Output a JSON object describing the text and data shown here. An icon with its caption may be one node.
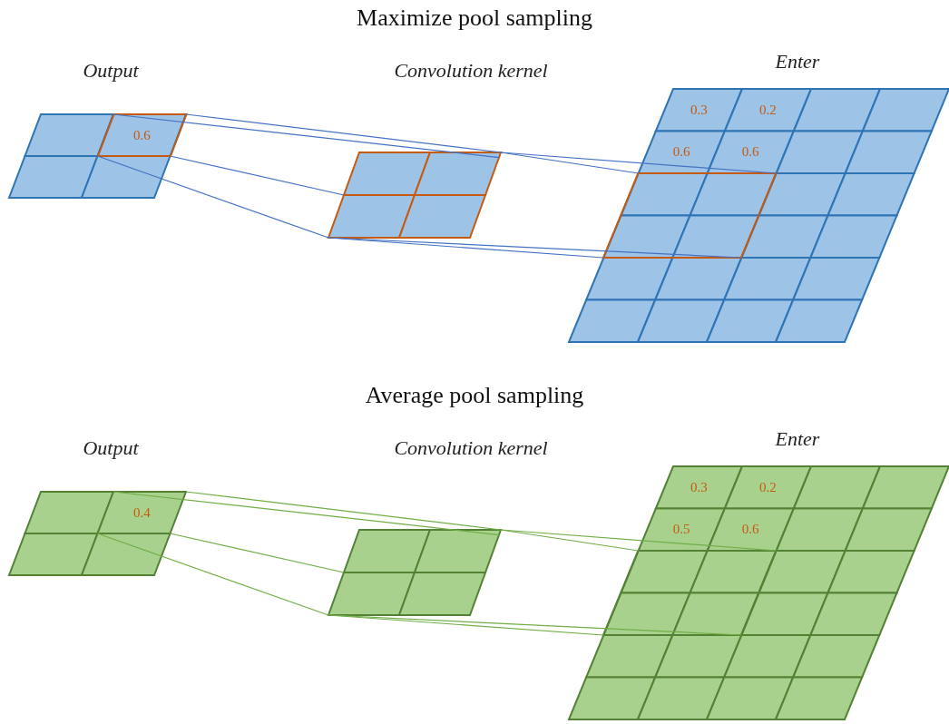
{
  "diagram": {
    "nodes": [
      {
        "text": [
          "Output"
        ]
      },
      {
        "text": [
          "0.6"
        ],
        "in": 0
      },
      {
        "text": [
          "Convolution kernel"
        ]
      },
      {
        "text": [
          "Enter"
        ]
      },
      {
        "text": [
          "0.3"
        ],
        "in": 3
      },
      {
        "text": [
          "0.2"
        ],
        "in": 3
      },
      {
        "text": [
          "0.6"
        ],
        "in": 3
      },
      {
        "text": [
          "0.6"
        ],
        "in": 3
      },
      {
        "text": [],
        "shape": "box",
        "in": 3
      },
      {
        "text": [
          "Output"
        ]
      },
      {
        "text": [
          "0.4"
        ],
        "in": 9
      },
      {
        "text": [
          "Convolution kernel"
        ]
      },
      {
        "text": [
          "Enter"
        ]
      },
      {
        "text": [
          "0.3"
        ],
        "in": 12
      },
      {
        "text": [
          "0.2"
        ],
        "in": 12
      },
      {
        "text": [
          "0.5"
        ],
        "in": 12
      },
      {
        "text": [
          "0.6"
        ],
        "in": 12
      },
      {
        "text": [],
        "shape": "box",
        "in": 12
      }
    ],
    "edges": [
      {
        "from": 1,
        "to": 2,
        "arrow": "none"
      },
      {
        "from": 1,
        "to": 2,
        "arrow": "none"
      },
      {
        "from": 1,
        "to": 2,
        "arrow": "none"
      },
      {
        "from": 1,
        "to": 2,
        "arrow": "none"
      },
      {
        "from": 2,
        "to": 8,
        "arrow": "none"
      },
      {
        "from": 2,
        "to": 8,
        "arrow": "none"
      },
      {
        "from": 2,
        "to": 8,
        "arrow": "none"
      },
      {
        "from": 2,
        "to": 8,
        "arrow": "none"
      },
      {
        "from": 10,
        "to": 11,
        "arrow": "none",
        "color": "#70ad47"
      },
      {
        "from": 10,
        "to": 11,
        "arrow": "none",
        "color": "#70ad47"
      },
      {
        "from": 10,
        "to": 11,
        "arrow": "none",
        "color": "#70ad47"
      },
      {
        "from": 10,
        "to": 11,
        "arrow": "none",
        "color": "#70ad47"
      },
      {
        "from": 11,
        "to": 17,
        "arrow": "none",
        "color": "#70ad47"
      },
      {
        "from": 11,
        "to": 17,
        "arrow": "none",
        "color": "#70ad47"
      },
      {
        "from": 11,
        "to": 17,
        "arrow": "none",
        "color": "#70ad47"
      },
      {
        "from": 11,
        "to": 17,
        "arrow": "none",
        "color": "#70ad47"
      }
    ],
    "labels": [
      "Maximize pool sampling",
      "Average pool sampling"
    ]
  }
}
